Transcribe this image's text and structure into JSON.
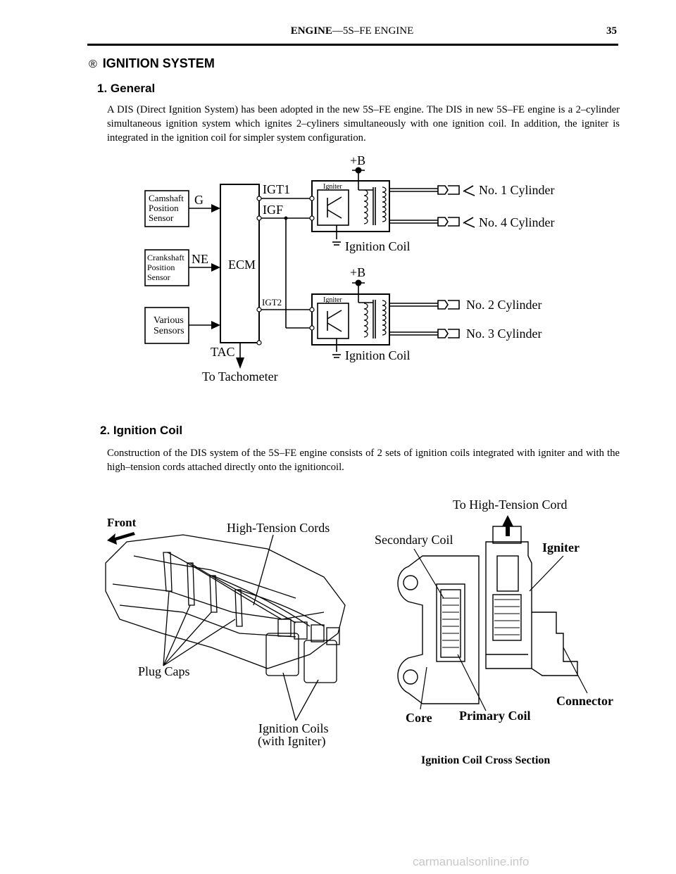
{
  "header": {
    "section": "ENGINE",
    "subsection": "—5S–FE ENGINE",
    "page_number": "35"
  },
  "section": {
    "marker": "®",
    "title": "IGNITION SYSTEM"
  },
  "general": {
    "heading": "1. General",
    "lines": [
      "A DIS (Direct Ignition System) has been adopted in the new 5S–FE engine. The DIS in new 5S–FE engine is a",
      "2–cylinder simultaneous ignition system which ignites 2–cyliners simultaneously with one ignition coil. In addition,",
      "the igniter is integrated in the ignition coil for simpler system configuration."
    ]
  },
  "diagram1": {
    "camshaft_sensor": [
      "Camshaft",
      "Position",
      "Sensor"
    ],
    "crankshaft_sensor": [
      "Crankshaft",
      "Position",
      "Sensor"
    ],
    "various_sensors": [
      "Various",
      "Sensors"
    ],
    "signal_g": "G",
    "signal_ne": "NE",
    "ecm": "ECM",
    "igt1": "IGT1",
    "igf": "IGF",
    "igt2": "IGT2",
    "tac": "TAC",
    "to_tachometer": "To Tachometer",
    "plus_b": "+B",
    "igniter": "Igniter",
    "ignition_coil": "Ignition Coil",
    "cyl_1": "No. 1 Cylinder",
    "cyl_4": "No. 4 Cylinder",
    "cyl_2": "No. 2 Cylinder",
    "cyl_3": "No. 3 Cylinder"
  },
  "coil": {
    "heading": "2. Ignition Coil",
    "lines": [
      "Construction of the DIS system of the 5S–FE engine consists of 2 sets of ignition coils integrated with igniter and",
      "with the high–tension cords attached directly onto the ignitioncoil."
    ]
  },
  "diagram2": {
    "front": "Front",
    "high_tension_cords": "High-Tension Cords",
    "plug_caps": "Plug Caps",
    "ignition_coils_1": "Ignition Coils",
    "ignition_coils_2": "(with Igniter)",
    "to_high_tension_cord": "To High-Tension Cord",
    "secondary_coil": "Secondary Coil",
    "igniter": "Igniter",
    "connector": "Connector",
    "core": "Core",
    "primary_coil": "Primary Coil",
    "caption": "Ignition Coil Cross Section"
  },
  "watermark": "carmanualsonline.info"
}
